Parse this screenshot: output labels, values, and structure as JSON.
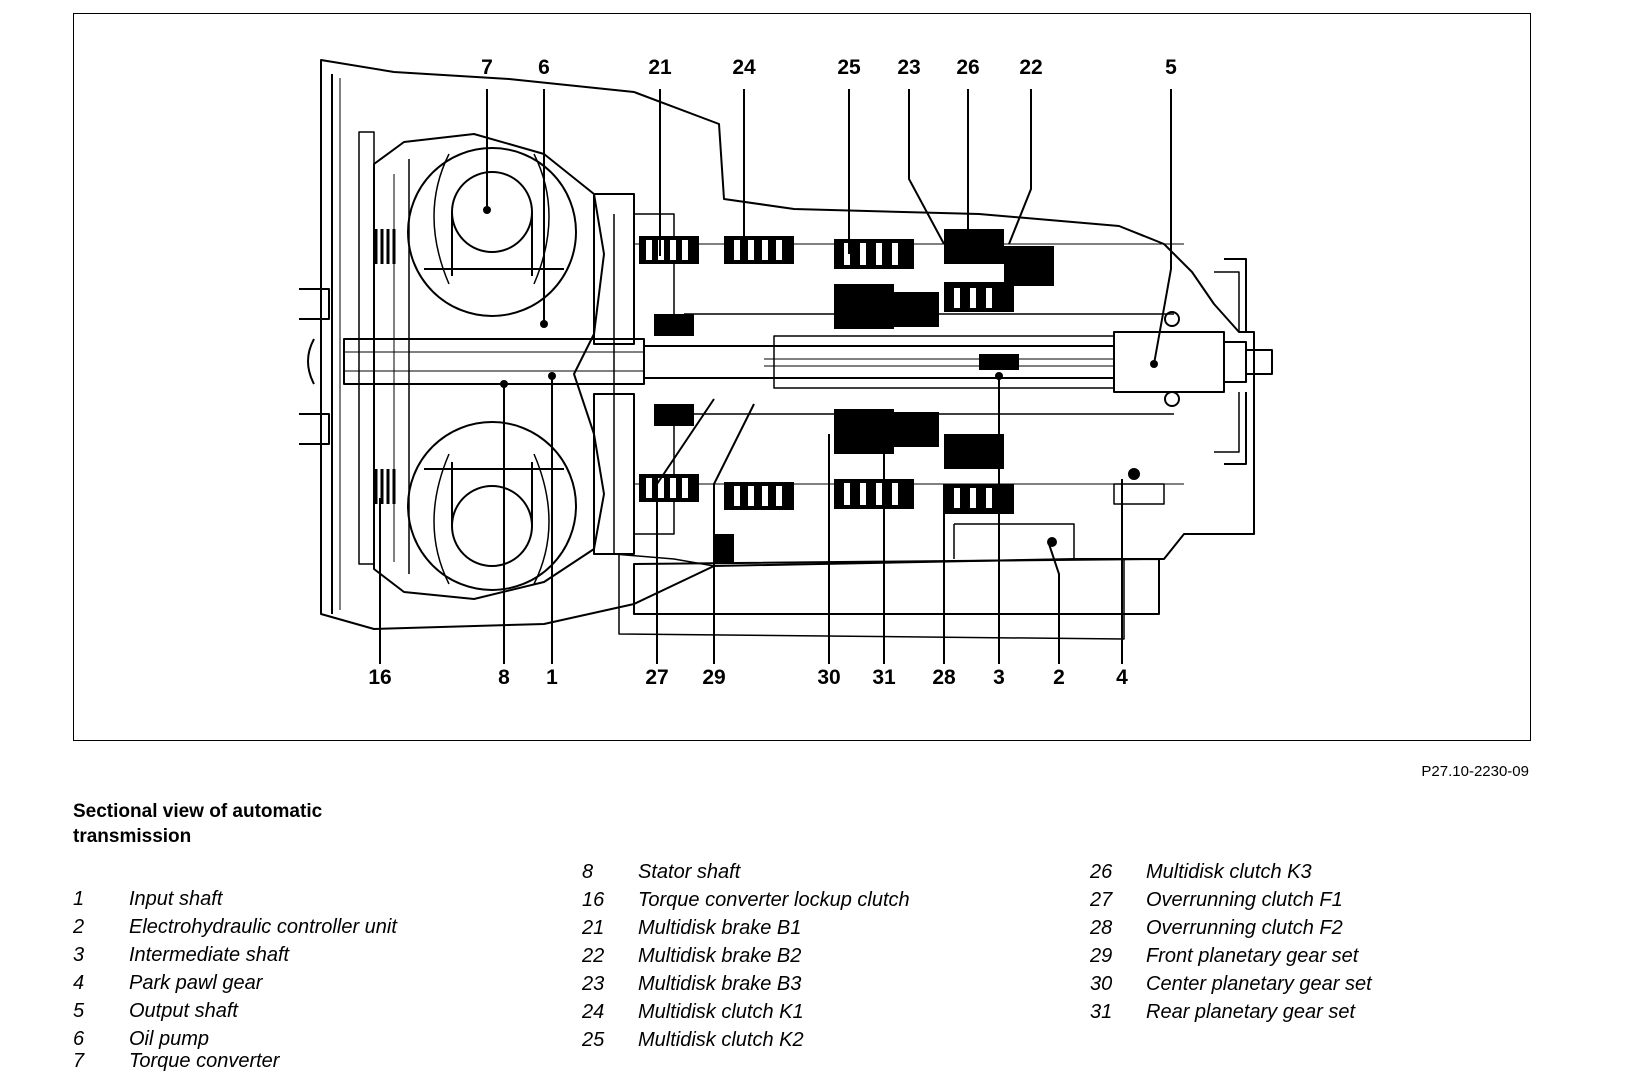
{
  "figure_code": "P27.10-2230-09",
  "title": "Sectional view of automatic transmission",
  "callouts": {
    "top": [
      "7",
      "6",
      "21",
      "24",
      "25",
      "23",
      "26",
      "22",
      "5"
    ],
    "bottom": [
      "16",
      "8",
      "1",
      "27",
      "29",
      "30",
      "31",
      "28",
      "3",
      "2",
      "4"
    ]
  },
  "legend": {
    "col1": [
      {
        "num": "1",
        "label": "Input shaft"
      },
      {
        "num": "2",
        "label": "Electrohydraulic controller unit"
      },
      {
        "num": "3",
        "label": "Intermediate shaft"
      },
      {
        "num": "4",
        "label": "Park pawl gear"
      },
      {
        "num": "5",
        "label": "Output shaft"
      },
      {
        "num": "6",
        "label": "Oil pump"
      },
      {
        "num": "7",
        "label": "Torque converter"
      }
    ],
    "col2": [
      {
        "num": "8",
        "label": "Stator shaft"
      },
      {
        "num": "16",
        "label": "Torque converter lockup clutch"
      },
      {
        "num": "21",
        "label": "Multidisk brake B1"
      },
      {
        "num": "22",
        "label": "Multidisk brake B2"
      },
      {
        "num": "23",
        "label": "Multidisk brake B3"
      },
      {
        "num": "24",
        "label": "Multidisk clutch K1"
      },
      {
        "num": "25",
        "label": "Multidisk clutch K2"
      }
    ],
    "col3": [
      {
        "num": "26",
        "label": "Multidisk clutch K3"
      },
      {
        "num": "27",
        "label": "Overrunning clutch F1"
      },
      {
        "num": "28",
        "label": "Overrunning clutch F2"
      },
      {
        "num": "29",
        "label": "Front planetary gear set"
      },
      {
        "num": "30",
        "label": "Center planetary gear set"
      },
      {
        "num": "31",
        "label": "Rear planetary gear set"
      }
    ]
  }
}
